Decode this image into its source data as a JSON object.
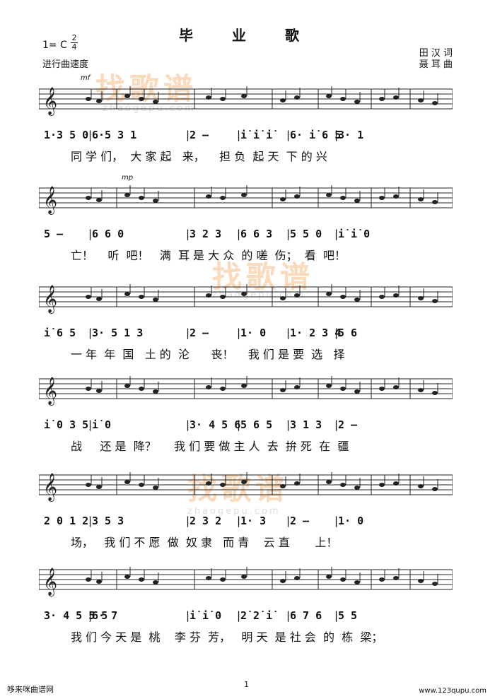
{
  "header": {
    "title": "毕  业  歌",
    "key": "1= C",
    "time_top": "2",
    "time_bottom": "4",
    "tempo": "进行曲速度",
    "lyricist": "田  汉  词",
    "composer": "聂  耳  曲"
  },
  "dynamics": {
    "d1": "mf",
    "d2": "mp"
  },
  "watermarks": {
    "brand": "找歌谱",
    "site": "zhaogepu.com"
  },
  "systems": [
    {
      "nums": [
        "1·3  5 0",
        "6·5 3 1",
        "2  –",
        "i̇  i̇  i̇",
        "6· i̇ 6 5",
        "3·   1"
      ],
      "lyrics": "同 学 们，  大 家 起   来，    担 负  起 天  下 的 兴"
    },
    {
      "nums": [
        "5  –",
        "6  6  0",
        "3   2 3",
        "6 6   3",
        "5   5 0",
        "i̇  i̇  0"
      ],
      "lyrics": "亡！    听  吧！   满  耳 是 大 众  的 嗟  伤；  看  吧！"
    },
    {
      "nums": [
        "i̇  6  5",
        "3· 5 1 3",
        "2  –",
        "1·   0",
        "1· 2 3 4",
        "5   6"
      ],
      "lyrics": "一 年  年  国   土 的  沦      丧！    我 们 是 要  选   择"
    },
    {
      "nums": [
        "i̇  0 3 5",
        "i̇   0",
        "3· 4 5 6",
        "5 6  5",
        "3 1  3",
        "2  –"
      ],
      "lyrics": "战     还 是  降？     我 们 要 做 主 人  去  拚 死  在  疆"
    },
    {
      "nums": [
        "2   0 1 2",
        "3 5  3",
        "2 3  2",
        "1·  3",
        "2  –",
        "1·  0"
      ],
      "lyrics": "场，   我 们 不 愿  做  奴 隶   而 青    云 直       上！"
    },
    {
      "nums": [
        "3· 4 5 5 5",
        "6·  7",
        "i̇   i̇ 0",
        "2̇ 2̇  i̇",
        "6 7  6",
        "5   5"
      ],
      "lyrics": "我 们 今 天 是  桃    李 芬  芳，   明 天  是 社 会  的  栋  梁；"
    }
  ],
  "footer": {
    "left": "哆来咪曲谱网",
    "page": "1",
    "right": "www.123qupu.com"
  }
}
